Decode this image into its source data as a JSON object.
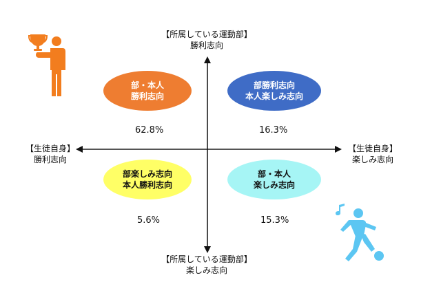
{
  "axes": {
    "top": {
      "line1": "【所属している運動部】",
      "line2": "勝利志向"
    },
    "bottom": {
      "line1": "【所属している運動部】",
      "line2": "楽しみ志向"
    },
    "left": {
      "line1": "【生徒自身】",
      "line2": "勝利志向"
    },
    "right": {
      "line1": "【生徒自身】",
      "line2": "楽しみ志向"
    }
  },
  "quadrants": {
    "top_left": {
      "line1": "部・本人",
      "line2": "勝利志向",
      "percent": "62.8%",
      "fill": "#EE7D31",
      "text_color": "#ffffff"
    },
    "top_right": {
      "line1": "部勝利志向",
      "line2": "本人楽しみ志向",
      "percent": "16.3%",
      "fill": "#3F6CC6",
      "text_color": "#ffffff"
    },
    "bottom_left": {
      "line1": "部楽しみ志向",
      "line2": "本人勝利志向",
      "percent": "5.6%",
      "fill": "#FFFF66",
      "text_color": "#111111"
    },
    "bottom_right": {
      "line1": "部・本人",
      "line2": "楽しみ志向",
      "percent": "15.3%",
      "fill": "#A6F5F5",
      "text_color": "#111111"
    }
  },
  "icons": {
    "trophy_person": {
      "name": "trophy-person-icon",
      "color": "#F27D1E"
    },
    "soccer_player": {
      "name": "soccer-player-icon",
      "color": "#5CC6F2"
    }
  },
  "colors": {
    "axis": "#111111"
  }
}
